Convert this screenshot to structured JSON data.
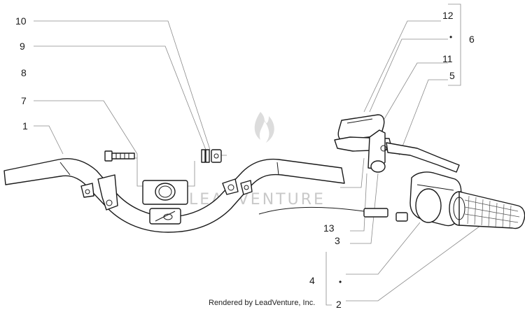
{
  "callouts": [
    {
      "id": "c12",
      "text": "12"
    },
    {
      "id": "c6",
      "text": "6"
    },
    {
      "id": "c6dot",
      "text": "•"
    },
    {
      "id": "c11",
      "text": "11"
    },
    {
      "id": "c5",
      "text": "5"
    },
    {
      "id": "c10",
      "text": "10"
    },
    {
      "id": "c9",
      "text": "9"
    },
    {
      "id": "c8",
      "text": "8"
    },
    {
      "id": "c7",
      "text": "7"
    },
    {
      "id": "c1",
      "text": "1"
    },
    {
      "id": "c13",
      "text": "13"
    },
    {
      "id": "c3",
      "text": "3"
    },
    {
      "id": "c4",
      "text": "4"
    },
    {
      "id": "c4dot",
      "text": "•"
    },
    {
      "id": "c2",
      "text": "2"
    }
  ],
  "watermark": {
    "text": "LEADVENTURE"
  },
  "credit": {
    "text": "Rendered by LeadVenture, Inc."
  },
  "colors": {
    "line": "#1a1a1a",
    "leader": "#8a8a8a",
    "watermark": "#c9c9c9"
  }
}
